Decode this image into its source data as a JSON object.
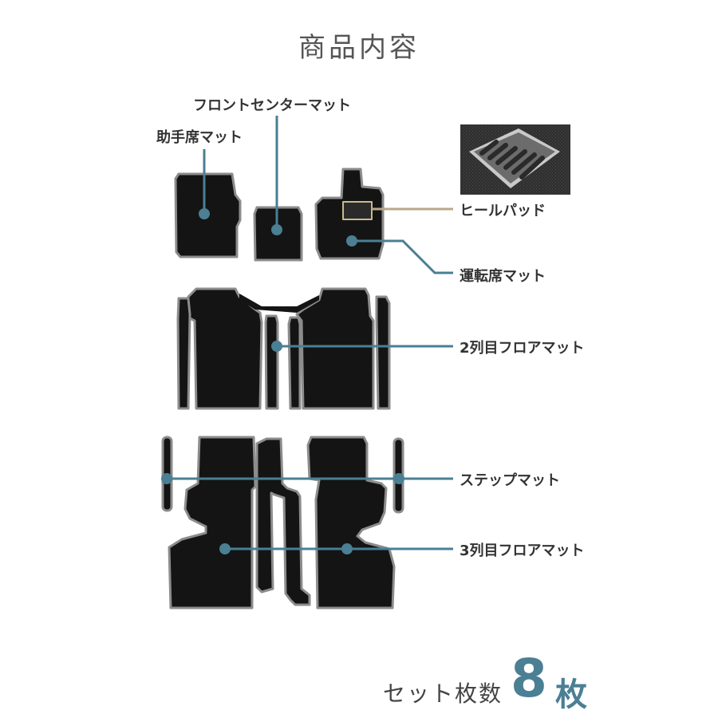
{
  "title": "商品内容",
  "labels": {
    "passenger_mat": "助手席マット",
    "front_center_mat": "フロントセンターマット",
    "heel_pad": "ヒールパッド",
    "driver_mat": "運転席マット",
    "second_row_mat": "2列目フロアマット",
    "step_mat": "ステップマット",
    "third_row_mat": "3列目フロアマット"
  },
  "set_count": {
    "label": "セット枚数",
    "value": "8",
    "unit": "枚"
  },
  "colors": {
    "accent": "#4a7f94",
    "leader_line": "#4a7f94",
    "heel_pad_line": "#b8a98a",
    "mat_fill": "#141414",
    "mat_border": "#8c8c8c"
  }
}
